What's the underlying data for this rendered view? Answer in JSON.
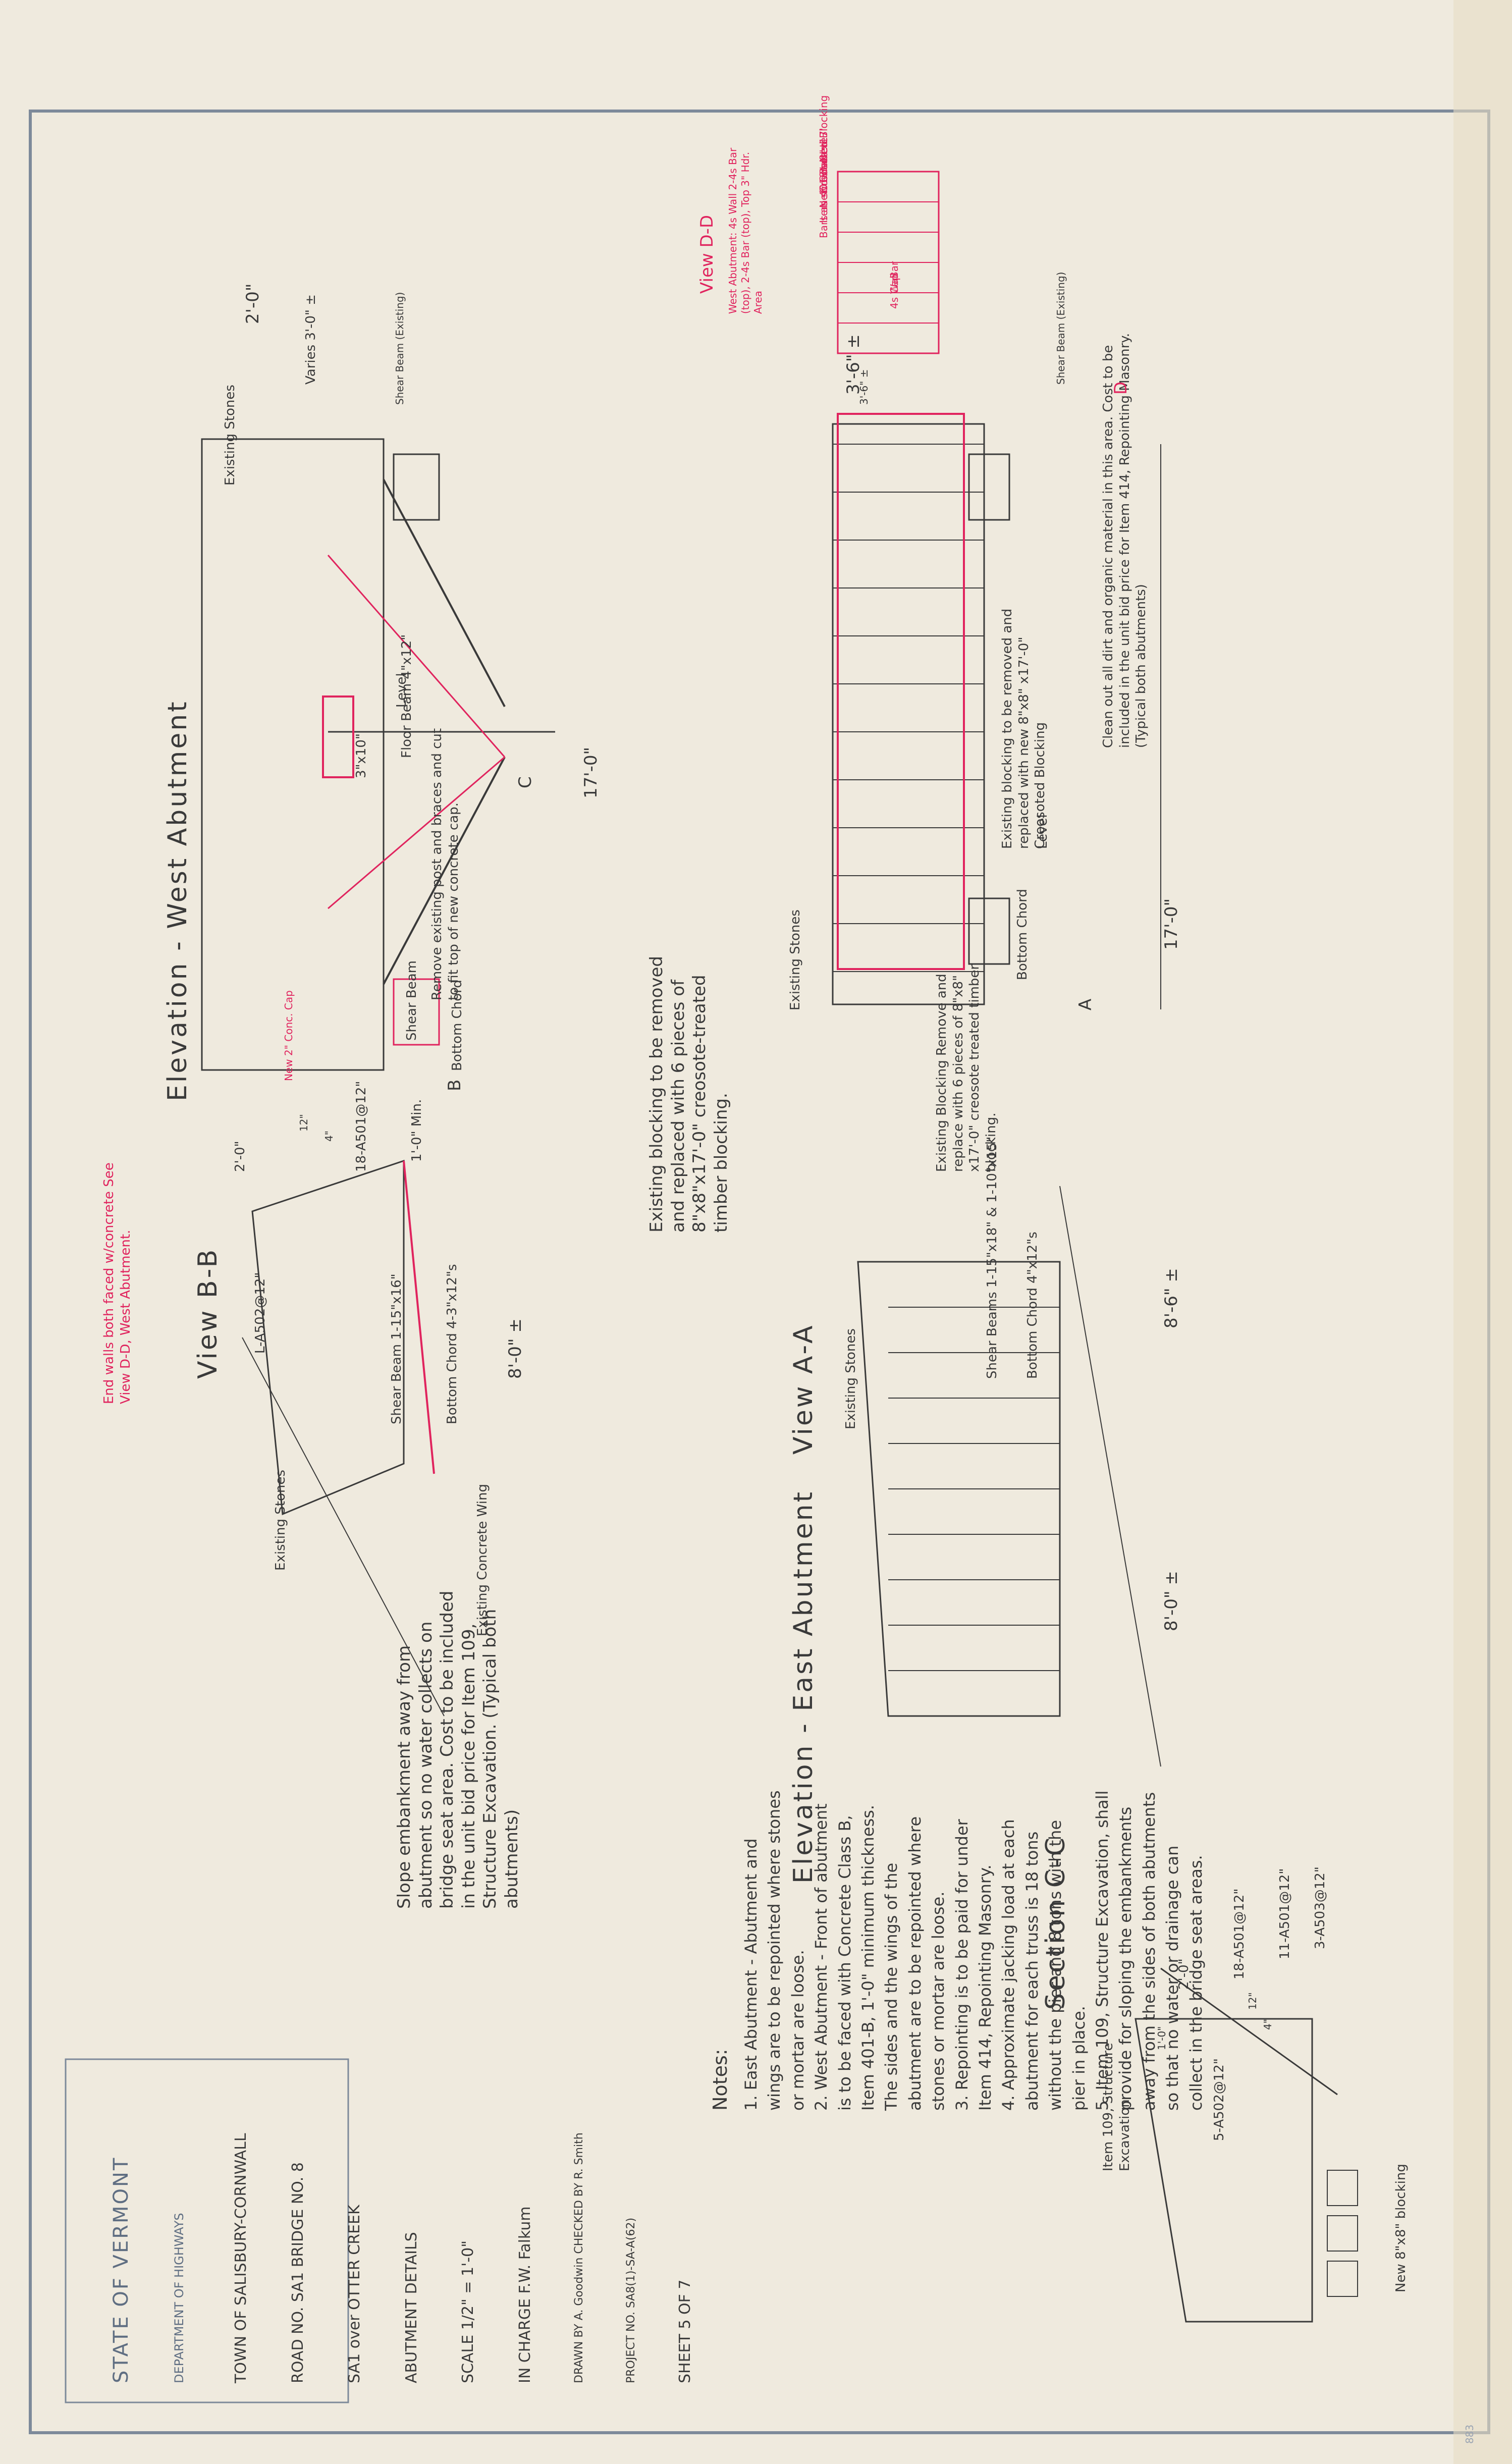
{
  "drawing": {
    "colors": {
      "paper": "#efeade",
      "ink": "#3a3a3a",
      "redline": "#e0245e",
      "border": "#7d8a9a"
    },
    "east_abutment": {
      "title": "Elevation - East Abutment",
      "dim_height": "17'-0\"",
      "dim_top": "3'-6\" ±",
      "level": "Level",
      "existing_stones": "Existing Stones",
      "bottom_chord": "Bottom Chord",
      "shear_beam": "Shear Beam (Existing)",
      "clean_out_note": "Clean out all dirt and organic material in this area. Cost to be included in the unit bid price for Item 414, Repointing Masonry. (Typical both abutments)",
      "blocking_note": "Existing blocking to be removed and replaced with new 8\"x8\" x17'-0\" Creosoted Blocking",
      "remove_blocking_note": "Existing Blocking Remove and replace with 6 pieces of 8\"x8\" x17'-0\" creosote treated timber blocking.",
      "section_a": "A"
    },
    "west_abutment": {
      "title": "Elevation - West Abutment",
      "dim_top": "2'-0\"",
      "dim_varies": "Varies 3'-0\" ±",
      "dim_height": "17'-0\"",
      "existing_stones": "Existing Stones",
      "shear_beam": "Shear Beam (Existing)",
      "floor_beam": "Floor Beam 4\"x12\"",
      "level": "Level",
      "post": "3\"x10\"",
      "remove_post_note": "Remove existing post and braces and cut to fit top of new concrete cap.",
      "blocking_note": "Existing blocking to be removed and replaced with 6 pieces of 8\"x8\"x17'-0\" creosote-treated timber blocking.",
      "shear_beam_lower": "Shear Beam",
      "bottom_chord": "Bottom Chord",
      "section_b": "B",
      "section_c": "C"
    },
    "view_dd": {
      "title": "View D-D",
      "note": "West Abutment: 4s Wall 2-4s Bar (top), 2-4s Bar (top), Top 3\" Hdr. Area",
      "section_d": "D",
      "dim": "3'-6\" ±",
      "labels": [
        "New",
        "8\"x8\"x17'",
        "Creosoted Blocking",
        "New Concrete",
        "Item 401 Bars",
        "Bars as shown"
      ],
      "bar_label": "Bar",
      "cap_label": "Cap",
      "wall_label": "4s Wall"
    },
    "view_aa": {
      "title": "View A-A",
      "dim_upper": "8'-6\" ±",
      "dim_lower": "8'-0\" ±",
      "bottom_chord": "Bottom Chord 4\"x12\"s",
      "shear_beams": "Shear Beams 1-15\"x18\" & 1-10\"x15\"",
      "existing_stones": "Existing Stones"
    },
    "view_bb": {
      "title": "View B-B",
      "new_cap": "New 2\" Conc. Cap",
      "dim_top": "2'-0\"",
      "bars_top": "18-A501@12\"",
      "dim_min": "1'-0\" Min.",
      "bars_side": "L-A502@12\"",
      "dim_height": "8'-0\" ±",
      "shear_beam": "Shear Beam 1-15\"x16\"",
      "bottom_chord": "Bottom Chord 4-3\"x12\"s",
      "existing_stones": "Existing Stones",
      "existing_wing": "Existing Concrete Wing",
      "red_note": "End walls both faced w/concrete See View D-D, West Abutment.",
      "slope": "12\"",
      "slope_rise": "4\""
    },
    "slope_note": "Slope embankment away from abutment so no water collects on bridge seat area. Cost to be included in the unit bid price for Item 109, Structure Excavation. (Typical both abutments)",
    "section_cc": {
      "title": "Section C-C",
      "dim_top": "2'-0\"",
      "bars_a": "18-A501@12\"",
      "bars_b": "11-A501@12\"",
      "bars_c": "3-A503@12\"",
      "bars_d": "5-A502@12\"",
      "dim_min": "1'-0\"",
      "slope": "12\"",
      "rise": "4\"",
      "item": "Item 109, Structure Excavation",
      "blocking": "New 8\"x8\" blocking"
    },
    "notes": {
      "heading": "Notes:",
      "items": [
        "1. East Abutment - Abutment and wings are to be repointed where stones or mortar are loose.",
        "2. West Abutment - Front of abutment is to be faced with Concrete Class B, Item 401-B, 1'-0\" minimum thickness. The sides and the wings of the abutment are to be repointed where stones or mortar are loose.",
        "3. Repointing is to be paid for under Item 414, Repointing Masonry.",
        "4. Approximate jacking load at each abutment for each truss is 18 tons without the pier and 8 tons with the pier in place.",
        "5. Item 109, Structure Excavation, shall provide for sloping the embankments away from the sides of both abutments so that no water or drainage can collect in the bridge seat areas."
      ]
    },
    "title_block": {
      "state": "STATE OF VERMONT",
      "dept": "DEPARTMENT OF HIGHWAYS",
      "town": "TOWN OF SALISBURY-CORNWALL",
      "road": "ROAD NO. SA1 BRIDGE NO. 8",
      "bridge": "SA1 over OTTER CREEK",
      "subject": "ABUTMENT DETAILS",
      "scale": "SCALE 1/2\" = 1'-0\"",
      "in_charge": "IN CHARGE F.W. Falkum",
      "drawn": "DRAWN BY A. Goodwin CHECKED BY R. Smith",
      "project": "PROJECT NO. SA8(1)-SA-A(62)",
      "sheet": "SHEET 5 OF 7"
    },
    "margin_mark": "883"
  }
}
